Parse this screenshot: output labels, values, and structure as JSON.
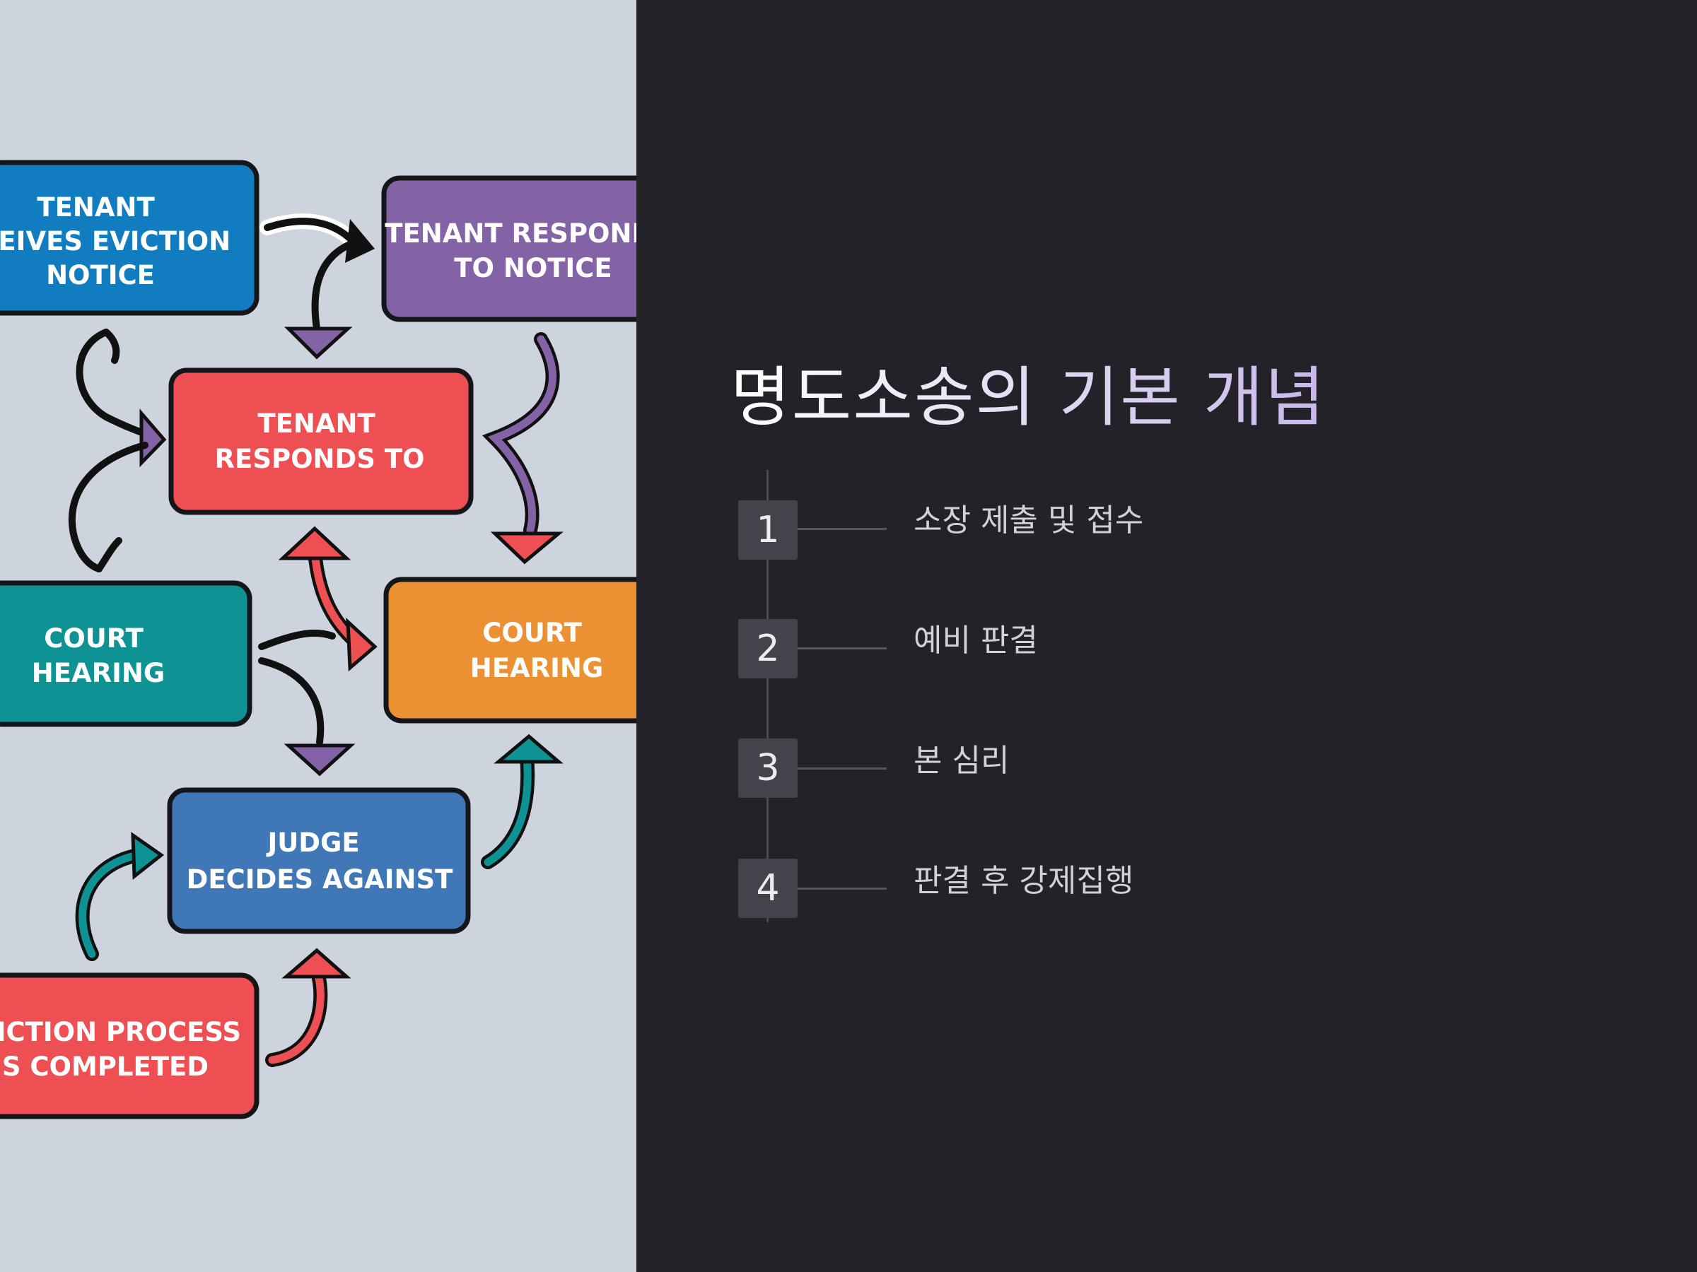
{
  "diagram": {
    "colors": {
      "background": "#cdd4dd",
      "blue": "#127cc1",
      "purple": "#8462a6",
      "red": "#ee4f52",
      "teal": "#0f9293",
      "orange": "#ec9034",
      "judge_blue": "#3f77b7"
    },
    "nodes": [
      {
        "id": "n1",
        "lines": [
          "TENANT",
          "ECEIVES EVICTION",
          "NOTICE"
        ]
      },
      {
        "id": "n2",
        "lines": [
          "TENANT RESPONDS",
          "TO NOTICE"
        ]
      },
      {
        "id": "n3",
        "lines": [
          "TENANT",
          "RESPONDS TO"
        ]
      },
      {
        "id": "n4",
        "lines": [
          "COURT",
          "HEARING"
        ]
      },
      {
        "id": "n5",
        "lines": [
          "COURT",
          "HEARING"
        ]
      },
      {
        "id": "n6",
        "lines": [
          "JUDGE",
          "DECIDES AGAINST"
        ]
      },
      {
        "id": "n7",
        "lines": [
          "VICTION PROCESS",
          "IS COMPLETED"
        ]
      }
    ]
  },
  "slide": {
    "title": "명도소송의 기본 개념",
    "steps": [
      {
        "number": "1",
        "label": "소장 제출 및 접수"
      },
      {
        "number": "2",
        "label": "예비 판결"
      },
      {
        "number": "3",
        "label": "본 심리"
      },
      {
        "number": "4",
        "label": "판결 후 강제집행"
      }
    ]
  }
}
